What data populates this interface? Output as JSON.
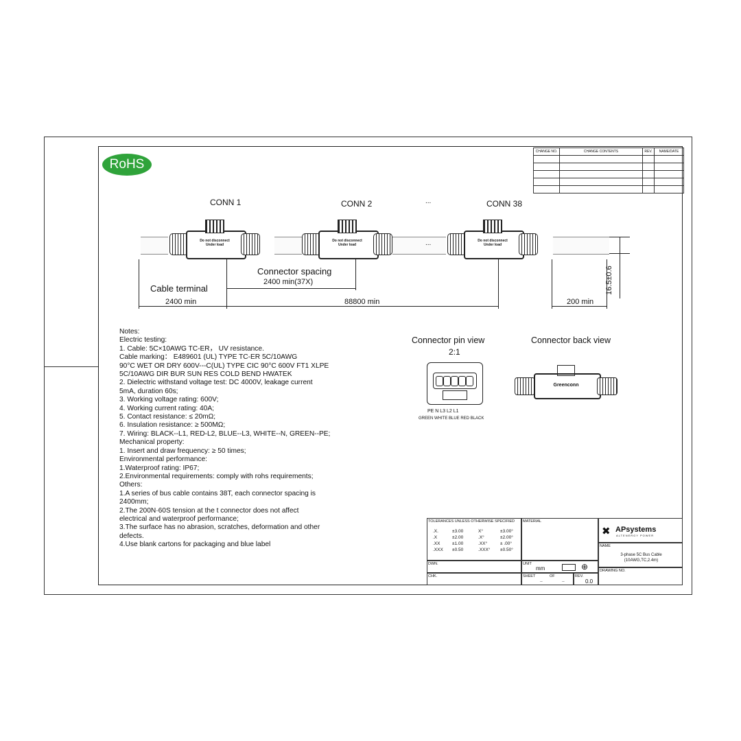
{
  "rohs": "RoHS",
  "revision_table": {
    "headers": [
      "CHANGE NO.",
      "CHANGE CONTENTS",
      "REV.",
      "NAME/DATE"
    ]
  },
  "connectors": {
    "conn1": "CONN 1",
    "conn2": "CONN 2",
    "ellipsis": "...",
    "conn38": "CONN 38",
    "warning_line1": "Do not disconnect",
    "warning_line2": "Under load"
  },
  "dimensions": {
    "connector_spacing_title": "Connector spacing",
    "connector_spacing_value": "2400 min(37X)",
    "cable_terminal": "Cable terminal",
    "terminal_len": "2400 min",
    "total_len": "88800 min",
    "end_len": "200 min",
    "diameter": "16.5±0.6"
  },
  "notes": [
    "Notes:",
    "Electric testing:",
    " 1. Cable: 5C×10AWG TC-ER， UV resistance.",
    "      Cable marking： E489601 (UL) TYPE TC-ER 5C/10AWG",
    "90°C WET OR DRY 600V---C(UL) TYPE CIC 90°C 600V FT1 XLPE",
    "5C/10AWG DIR BUR SUN RES COLD BEND HWATEK",
    "  2.  Dielectric withstand voltage test: DC 4000V,  leakage current",
    "5mA, duration 60s;",
    " 3. Working voltage rating: 600V;",
    " 4. Working current rating: 40A;",
    " 5. Contact resistance: ≤ 20mΩ;",
    " 6. Insulation resistance: ≥ 500MΩ;",
    " 7. Wiring: BLACK--L1, RED-L2, BLUE--L3, WHITE--N, GREEN--PE;",
    "Mechanical property:",
    " 1. Insert and draw frequency: ≥ 50 times;",
    "Environmental performance:",
    " 1.Waterproof rating: IP67;",
    " 2.Environmental requirements: comply with rohs requirements;",
    "Others:",
    " 1.A series of bus cable contains 38T, each connector spacing is",
    "2400mm;",
    " 2.The 200N·60S tension at the t connector does not affect",
    "electrical and waterproof performance;",
    " 3.The surface has no abrasion, scratches, deformation and other",
    "defects.",
    " 4.Use blank cartons for packaging and blue label"
  ],
  "pin_view": {
    "title": "Connector pin view",
    "scale": "2:1",
    "pins": "PE    N    L3    L2    L1",
    "colors": "GREEN  WHITE  BLUE  RED  BLACK"
  },
  "back_view": {
    "title": "Connector back view",
    "brand": "Greenconn"
  },
  "title_block": {
    "tolerances_header": "TOLERANCES UNLESS OTHERWISE SPECIFIED",
    "tol_rows": [
      [
        ".X.",
        "±3.00",
        "X°",
        "±3.00°"
      ],
      [
        ".X",
        "±2.00",
        ".X°",
        "±2.00°"
      ],
      [
        ".XX",
        "±1.00",
        ".XX°",
        "± .00°"
      ],
      [
        ".XXX",
        "±0.50",
        ".XXX°",
        "±0.50°"
      ]
    ],
    "material": "MATERIAL",
    "dwn": "DWN.",
    "chk": "CHK.",
    "unit_label": "UNIT",
    "unit_value": "mm",
    "sheet": "SHEET",
    "sheet_val": "--",
    "of": "OF",
    "of_val": "--",
    "rev_label": "REV.",
    "rev_value": "0.0",
    "company": "APsystems",
    "company_tagline": "ALTENERGY POWER",
    "name_label": "NAME",
    "name_line1": "3-phase 5C Bus Cable",
    "name_line2": "(10AWG,TC,2.4m)",
    "drawing_no": "DRAWING NO."
  }
}
